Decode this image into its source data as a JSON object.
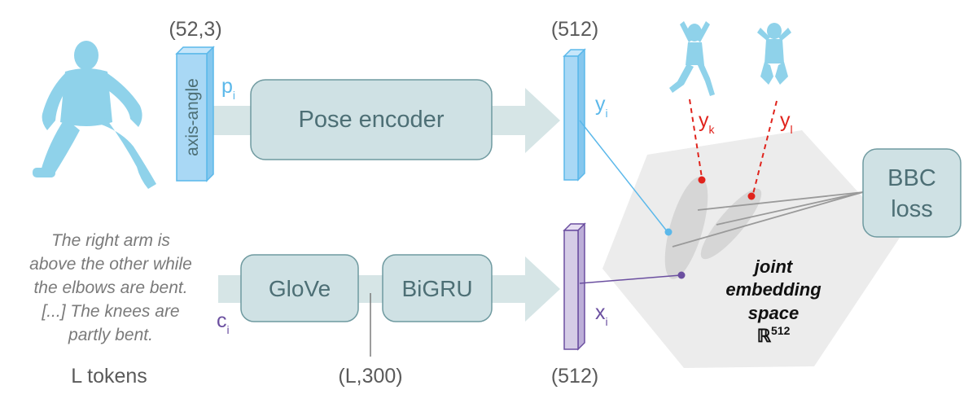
{
  "colors": {
    "arrow": "#d6e5e6",
    "box_fill": "#cfe1e4",
    "box_stroke": "#6f9aa0",
    "box_text": "#4d6f75",
    "blue": "#5bb8ea",
    "blue_fill": "#a9d8f5",
    "purple": "#6b4fa0",
    "purple_fill": "#d5cce6",
    "red": "#e0231c",
    "gray_text": "#5a5a5a",
    "caption_text": "#7a7a7a",
    "space_fill": "#ececec"
  },
  "labels": {
    "dim_pose_input": "(52,3)",
    "dim_pose_output": "(512)",
    "dim_text_output": "(512)",
    "dim_glove": "(L,300)",
    "axis_angle": "axis-angle",
    "p_base": "p",
    "p_sub": "i",
    "c_base": "c",
    "c_sub": "i",
    "y_base": "y",
    "y_sub": "i",
    "x_base": "x",
    "x_sub": "i",
    "yk_base": "y",
    "yk_sub": "k",
    "yl_base": "y",
    "yl_sub": "l",
    "l_tokens": "L tokens"
  },
  "boxes": {
    "pose_encoder": "Pose encoder",
    "glove": "GloVe",
    "bigru": "BiGRU",
    "bbc_line1": "BBC",
    "bbc_line2": "loss"
  },
  "caption_lines": [
    "The right arm is",
    "above the other while",
    "the elbows are bent.",
    "[...] The knees are",
    "partly bent."
  ],
  "space": {
    "line1": "joint",
    "line2": "embedding",
    "line3": "space",
    "symbol": "ℝ",
    "exponent": "512"
  }
}
